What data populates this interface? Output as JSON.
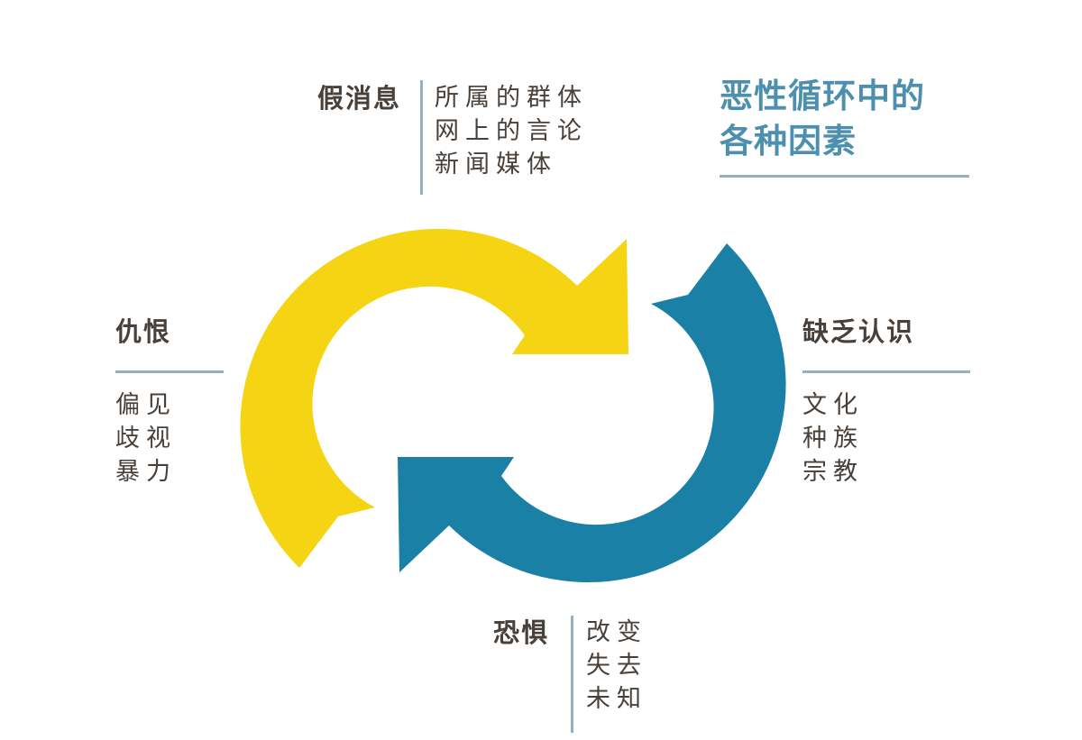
{
  "title": {
    "line1": "恶性循环中的",
    "line2": "各种因素"
  },
  "factors": {
    "top": {
      "label": "假消息",
      "items": [
        "所属的群体",
        "网上的言论",
        "新闻媒体"
      ]
    },
    "right": {
      "label": "缺乏认识",
      "items": [
        "文化",
        "种族",
        "宗教"
      ]
    },
    "bottom": {
      "label": "恐惧",
      "items": [
        "改变",
        "失去",
        "未知"
      ]
    },
    "left": {
      "label": "仇恨",
      "items": [
        "偏见",
        "歧视",
        "暴力"
      ]
    }
  },
  "colors": {
    "arrow_yellow": "#F5D414",
    "arrow_blue": "#1A80A5",
    "title_text": "#4C8FAE",
    "body_text": "#48403A",
    "divider": "#93B1C0"
  }
}
